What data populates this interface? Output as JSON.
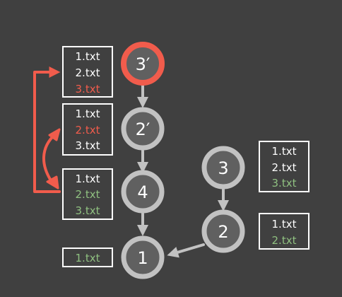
{
  "colors": {
    "background": "#404040",
    "node_fill": "#606060",
    "node_stroke": "#c2c2c2",
    "highlight": "#f15c4c",
    "added_green": "#8fc080",
    "text_white": "#ffffff",
    "box_stroke": "#ffffff"
  },
  "nodes": [
    {
      "id": "n3p",
      "label": "3′",
      "highlight": true
    },
    {
      "id": "n2p",
      "label": "2′",
      "highlight": false
    },
    {
      "id": "n4",
      "label": "4",
      "highlight": false
    },
    {
      "id": "n1",
      "label": "1",
      "highlight": false
    },
    {
      "id": "n3",
      "label": "3",
      "highlight": false
    },
    {
      "id": "n2",
      "label": "2",
      "highlight": false
    }
  ],
  "file_boxes": [
    {
      "id": "box-3p",
      "files": [
        {
          "name": "1.txt",
          "state": "normal"
        },
        {
          "name": "2.txt",
          "state": "normal"
        },
        {
          "name": "3.txt",
          "state": "highlight"
        }
      ]
    },
    {
      "id": "box-2p",
      "files": [
        {
          "name": "1.txt",
          "state": "normal"
        },
        {
          "name": "2.txt",
          "state": "highlight"
        },
        {
          "name": "3.txt",
          "state": "normal"
        }
      ]
    },
    {
      "id": "box-4",
      "files": [
        {
          "name": "1.txt",
          "state": "normal"
        },
        {
          "name": "2.txt",
          "state": "added"
        },
        {
          "name": "3.txt",
          "state": "added"
        }
      ]
    },
    {
      "id": "box-1",
      "files": [
        {
          "name": "1.txt",
          "state": "added"
        }
      ]
    },
    {
      "id": "box-3",
      "files": [
        {
          "name": "1.txt",
          "state": "normal"
        },
        {
          "name": "2.txt",
          "state": "normal"
        },
        {
          "name": "3.txt",
          "state": "added"
        }
      ]
    },
    {
      "id": "box-2",
      "files": [
        {
          "name": "1.txt",
          "state": "normal"
        },
        {
          "name": "2.txt",
          "state": "added"
        }
      ]
    }
  ]
}
